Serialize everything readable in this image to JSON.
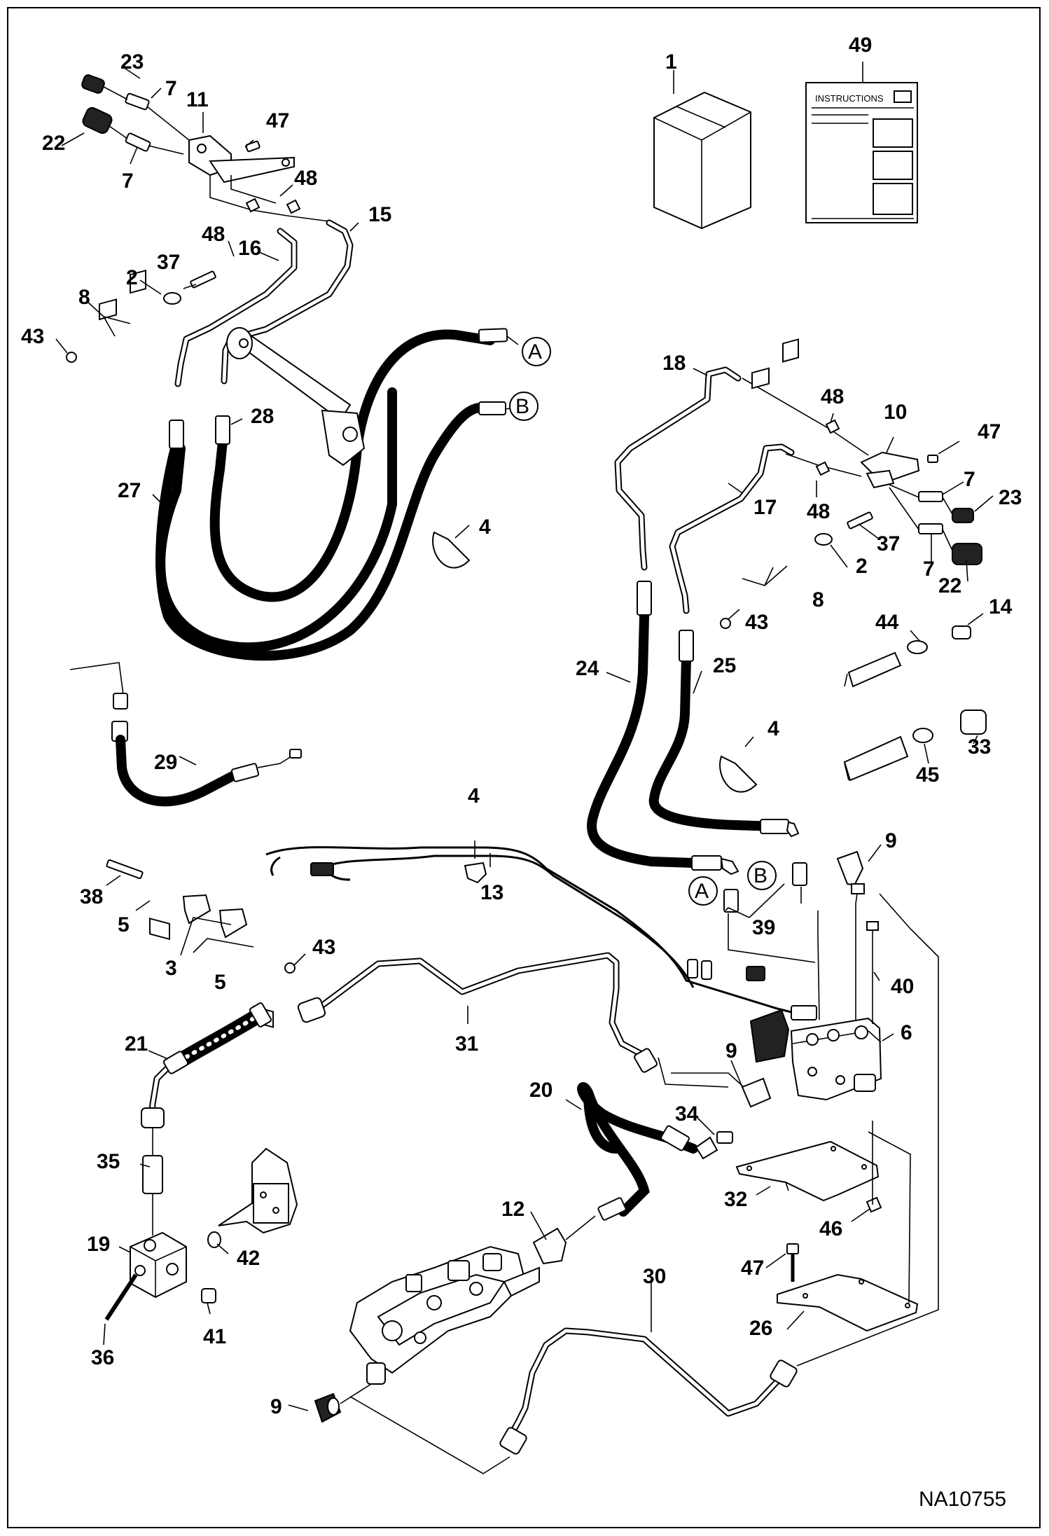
{
  "diagram": {
    "drawing_code": "NA10755",
    "instructions_title": "INSTRUCTIONS",
    "connectors": [
      "A",
      "B"
    ],
    "callouts": [
      {
        "id": "c1",
        "n": "1"
      },
      {
        "id": "c49",
        "n": "49"
      },
      {
        "id": "c23a",
        "n": "23"
      },
      {
        "id": "c7a",
        "n": "7"
      },
      {
        "id": "c11",
        "n": "11"
      },
      {
        "id": "c22a",
        "n": "22"
      },
      {
        "id": "c7b",
        "n": "7"
      },
      {
        "id": "c47a",
        "n": "47"
      },
      {
        "id": "c48a",
        "n": "48"
      },
      {
        "id": "c15",
        "n": "15"
      },
      {
        "id": "c48b",
        "n": "48"
      },
      {
        "id": "c16",
        "n": "16"
      },
      {
        "id": "c37a",
        "n": "37"
      },
      {
        "id": "c2a",
        "n": "2"
      },
      {
        "id": "c8a",
        "n": "8"
      },
      {
        "id": "c43a",
        "n": "43"
      },
      {
        "id": "c28",
        "n": "28"
      },
      {
        "id": "c27",
        "n": "27"
      },
      {
        "id": "c4a",
        "n": "4"
      },
      {
        "id": "c18",
        "n": "18"
      },
      {
        "id": "c48c",
        "n": "48"
      },
      {
        "id": "c10",
        "n": "10"
      },
      {
        "id": "c47b",
        "n": "47"
      },
      {
        "id": "c7c",
        "n": "7"
      },
      {
        "id": "c23b",
        "n": "23"
      },
      {
        "id": "c17",
        "n": "17"
      },
      {
        "id": "c48d",
        "n": "48"
      },
      {
        "id": "c37b",
        "n": "37"
      },
      {
        "id": "c7d",
        "n": "7"
      },
      {
        "id": "c2b",
        "n": "2"
      },
      {
        "id": "c22b",
        "n": "22"
      },
      {
        "id": "c8b",
        "n": "8"
      },
      {
        "id": "c43b",
        "n": "43"
      },
      {
        "id": "c44",
        "n": "44"
      },
      {
        "id": "c14",
        "n": "14"
      },
      {
        "id": "c24",
        "n": "24"
      },
      {
        "id": "c25",
        "n": "25"
      },
      {
        "id": "c4b",
        "n": "4"
      },
      {
        "id": "c33",
        "n": "33"
      },
      {
        "id": "c45",
        "n": "45"
      },
      {
        "id": "c29",
        "n": "29"
      },
      {
        "id": "c4c",
        "n": "4"
      },
      {
        "id": "c9a",
        "n": "9"
      },
      {
        "id": "c13",
        "n": "13"
      },
      {
        "id": "c39",
        "n": "39"
      },
      {
        "id": "c38",
        "n": "38"
      },
      {
        "id": "c5a",
        "n": "5"
      },
      {
        "id": "c3",
        "n": "3"
      },
      {
        "id": "c43c",
        "n": "43"
      },
      {
        "id": "c5b",
        "n": "5"
      },
      {
        "id": "c40",
        "n": "40"
      },
      {
        "id": "c6",
        "n": "6"
      },
      {
        "id": "c21",
        "n": "21"
      },
      {
        "id": "c31",
        "n": "31"
      },
      {
        "id": "c9b",
        "n": "9"
      },
      {
        "id": "c20",
        "n": "20"
      },
      {
        "id": "c34",
        "n": "34"
      },
      {
        "id": "c35",
        "n": "35"
      },
      {
        "id": "c32",
        "n": "32"
      },
      {
        "id": "c12",
        "n": "12"
      },
      {
        "id": "c46",
        "n": "46"
      },
      {
        "id": "c19",
        "n": "19"
      },
      {
        "id": "c42",
        "n": "42"
      },
      {
        "id": "c30",
        "n": "30"
      },
      {
        "id": "c47c",
        "n": "47"
      },
      {
        "id": "c26",
        "n": "26"
      },
      {
        "id": "c36",
        "n": "36"
      },
      {
        "id": "c41",
        "n": "41"
      },
      {
        "id": "c9c",
        "n": "9"
      }
    ]
  }
}
